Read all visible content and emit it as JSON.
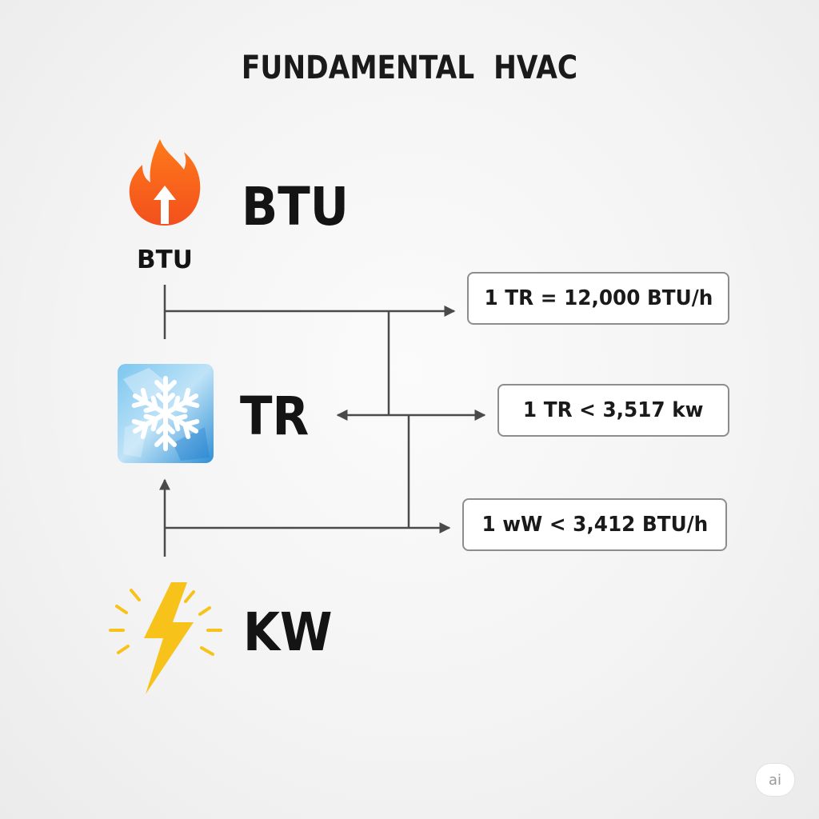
{
  "title": "FUNDAMENTAL  HVAC",
  "units": {
    "btu": {
      "label": "BTU",
      "icon": "flame-arrow-icon",
      "caption": "BTU",
      "color": "#f4621f"
    },
    "tr": {
      "label": "TR",
      "icon": "snowflake-ice-icon",
      "color": "#4aa3e0"
    },
    "kw": {
      "label": "KW",
      "icon": "lightning-icon",
      "color": "#f7c21a"
    }
  },
  "conversions": [
    {
      "text": "1 TR = 12,000 BTU/h"
    },
    {
      "text": "1 TR < 3,517 kw"
    },
    {
      "text": "1 wW < 3,412 BTU/h"
    }
  ],
  "watermark": "ai"
}
